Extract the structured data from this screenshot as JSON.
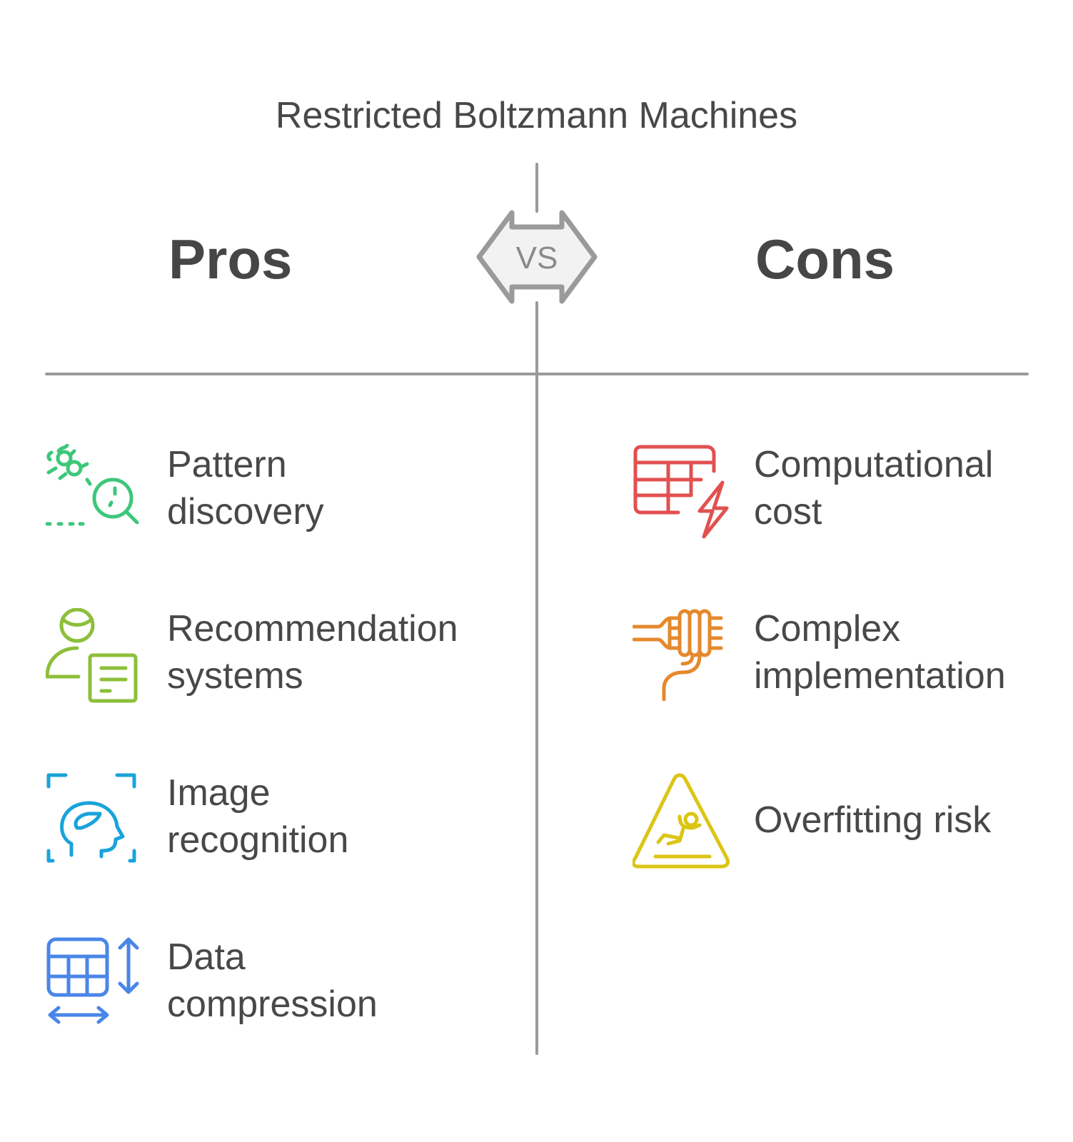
{
  "title": "Restricted Boltzmann Machines",
  "pros": {
    "heading": "Pros",
    "items": [
      {
        "lines": [
          "Pattern",
          "discovery"
        ],
        "icon": "bug-search-icon",
        "color": "#3cc77a"
      },
      {
        "lines": [
          "Recommendation",
          "systems"
        ],
        "icon": "user-document-icon",
        "color": "#8dbf3a"
      },
      {
        "lines": [
          "Image",
          "recognition"
        ],
        "icon": "head-scan-icon",
        "color": "#1aa3db"
      },
      {
        "lines": [
          "Data",
          "compression"
        ],
        "icon": "table-resize-icon",
        "color": "#4a86e8"
      }
    ]
  },
  "cons": {
    "heading": "Cons",
    "items": [
      {
        "lines": [
          "Computational",
          "cost"
        ],
        "icon": "table-lightning-icon",
        "color": "#e25050"
      },
      {
        "lines": [
          "Complex",
          "implementation"
        ],
        "icon": "plug-cable-icon",
        "color": "#e5892d"
      },
      {
        "lines": [
          "Overfitting risk"
        ],
        "icon": "slip-warning-icon",
        "color": "#dcc514"
      }
    ]
  },
  "vs_label": "VS",
  "colors": {
    "divider": "#9a9a9a",
    "vs_fill": "#f2f2f2",
    "text": "#484848"
  }
}
